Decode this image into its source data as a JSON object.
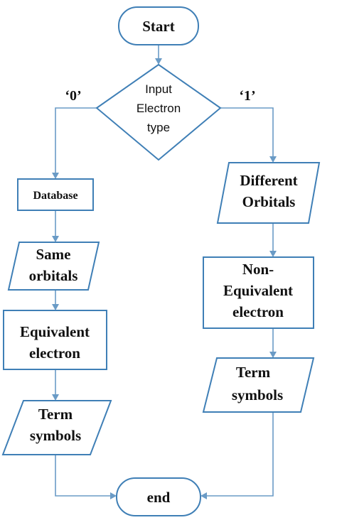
{
  "nodes": {
    "start": {
      "label": "Start"
    },
    "decision": {
      "lines": [
        "Input",
        "Electron",
        "type"
      ]
    },
    "branch_left": {
      "label": "‘0’"
    },
    "branch_right": {
      "label": "‘1’"
    },
    "database": {
      "label": "Database"
    },
    "same_orbitals": {
      "lines": [
        "Same",
        "orbitals"
      ]
    },
    "equivalent_electron": {
      "lines": [
        "Equivalent",
        "electron"
      ]
    },
    "term_symbols_left": {
      "lines": [
        "Term",
        "symbols"
      ]
    },
    "different_orbitals": {
      "lines": [
        "Different",
        "Orbitals"
      ]
    },
    "non_equivalent_electron": {
      "lines": [
        "Non-",
        "Equivalent",
        "electron"
      ]
    },
    "term_symbols_right": {
      "lines": [
        "Term",
        "symbols"
      ]
    },
    "end": {
      "label": "end"
    }
  },
  "colors": {
    "shape_stroke": "#3f7fb6",
    "connector": "#6a9bc6",
    "text": "#111111",
    "background": "#ffffff"
  }
}
